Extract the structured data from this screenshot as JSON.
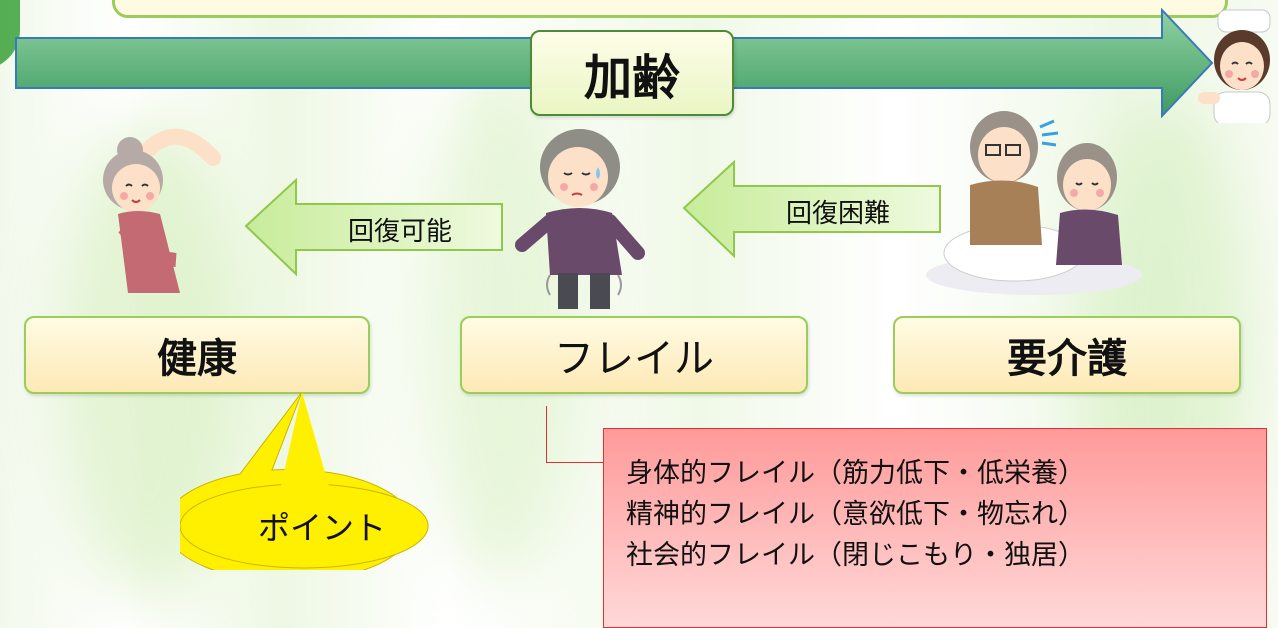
{
  "aging": {
    "label": "加齢"
  },
  "states": {
    "healthy": "健康",
    "frailty": "フレイル",
    "care": "要介護"
  },
  "arrows": {
    "recoverable": "回復可能",
    "hard_to_recover": "回復困難"
  },
  "callout": {
    "text": "ポイント"
  },
  "frailty_types": [
    "身体的フレイル（筋力低下・低栄養）",
    "精神的フレイル（意欲低下・物忘れ）",
    "社会的フレイル（閉じこもり・独居）"
  ],
  "colors": {
    "arrow_green": "#5cb87a",
    "box_border": "#9ccc5a",
    "red_box": "#ff9a9a",
    "callout_yellow": "#fff000"
  }
}
